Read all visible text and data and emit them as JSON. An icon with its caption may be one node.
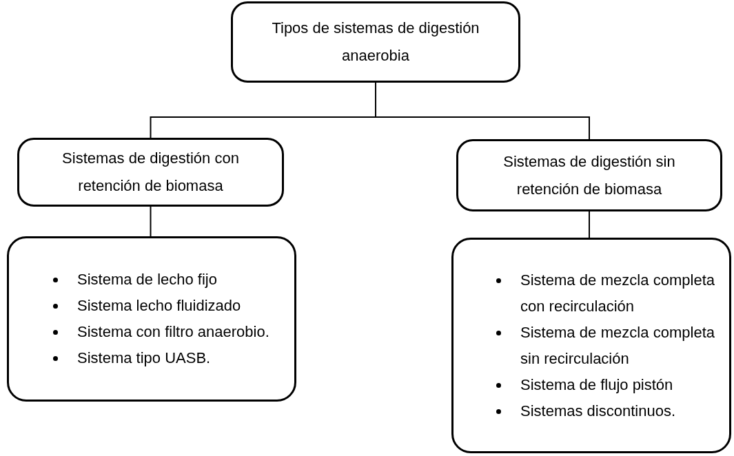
{
  "diagram": {
    "nodes": [
      {
        "text": [
          "Tipos de sistemas de digestión anaerobia"
        ]
      },
      {
        "text": [
          "Sistemas de digestión con retención de biomasa"
        ]
      },
      {
        "text": [
          "Sistemas de digestión sin retención de biomasa"
        ]
      },
      {
        "text": [
          "Sistema de lecho fijo",
          "Sistema lecho fluidizado",
          "Sistema con filtro anaerobio.",
          "Sistema tipo UASB."
        ]
      },
      {
        "text": [
          "Sistema de mezcla completa con recirculación",
          "Sistema de mezcla completa sin recirculación",
          "Sistema de flujo pistón",
          "Sistemas discontinuos."
        ]
      }
    ],
    "edges": [
      {
        "from": 0,
        "to": 1,
        "arrow": "none"
      },
      {
        "from": 0,
        "to": 2,
        "arrow": "none"
      },
      {
        "from": 1,
        "to": 3,
        "arrow": "none"
      },
      {
        "from": 2,
        "to": 4,
        "arrow": "none"
      }
    ]
  }
}
